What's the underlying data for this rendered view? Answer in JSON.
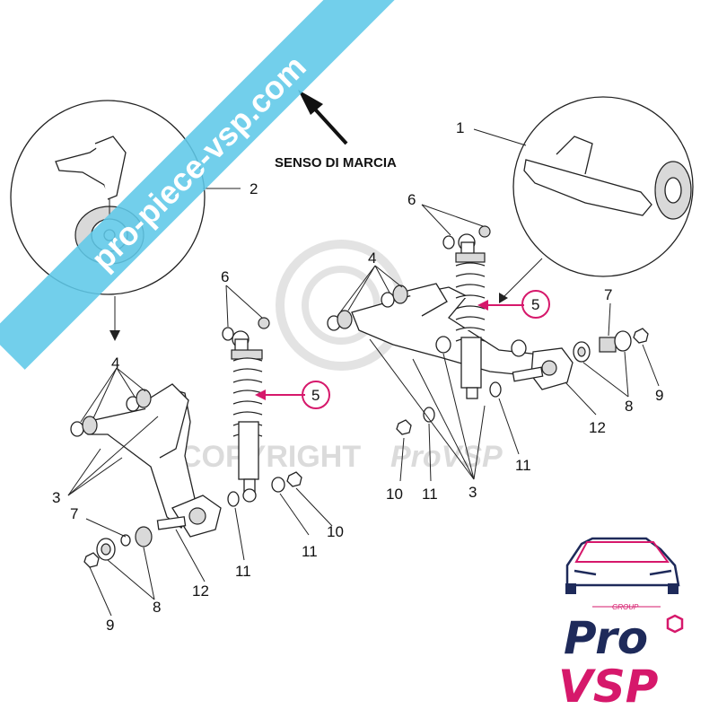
{
  "direction_label": "SENSO DI MARCIA",
  "watermark_url": "pro-piece-vsp.com",
  "copyright_text": "COPYRIGHT",
  "copyright_brand": "ProVSP",
  "logo": {
    "group": "GROUP",
    "line1": "Pro",
    "line2": "VSP"
  },
  "colors": {
    "accent": "#d6186b",
    "banner": "#5ec8e8",
    "logo_navy": "#1e2a5a"
  },
  "callouts": {
    "c1": "1",
    "c2": "2",
    "c3a": "3",
    "c3b": "3",
    "c4a": "4",
    "c4b": "4",
    "c5a": "5",
    "c5b": "5",
    "c6a": "6",
    "c6b": "6",
    "c7a": "7",
    "c7b": "7",
    "c8a": "8",
    "c8b": "8",
    "c9a": "9",
    "c9b": "9",
    "c10a": "10",
    "c10b": "10",
    "c11a": "11",
    "c11b": "11",
    "c11c": "11",
    "c11d": "11",
    "c12a": "12",
    "c12b": "12"
  }
}
